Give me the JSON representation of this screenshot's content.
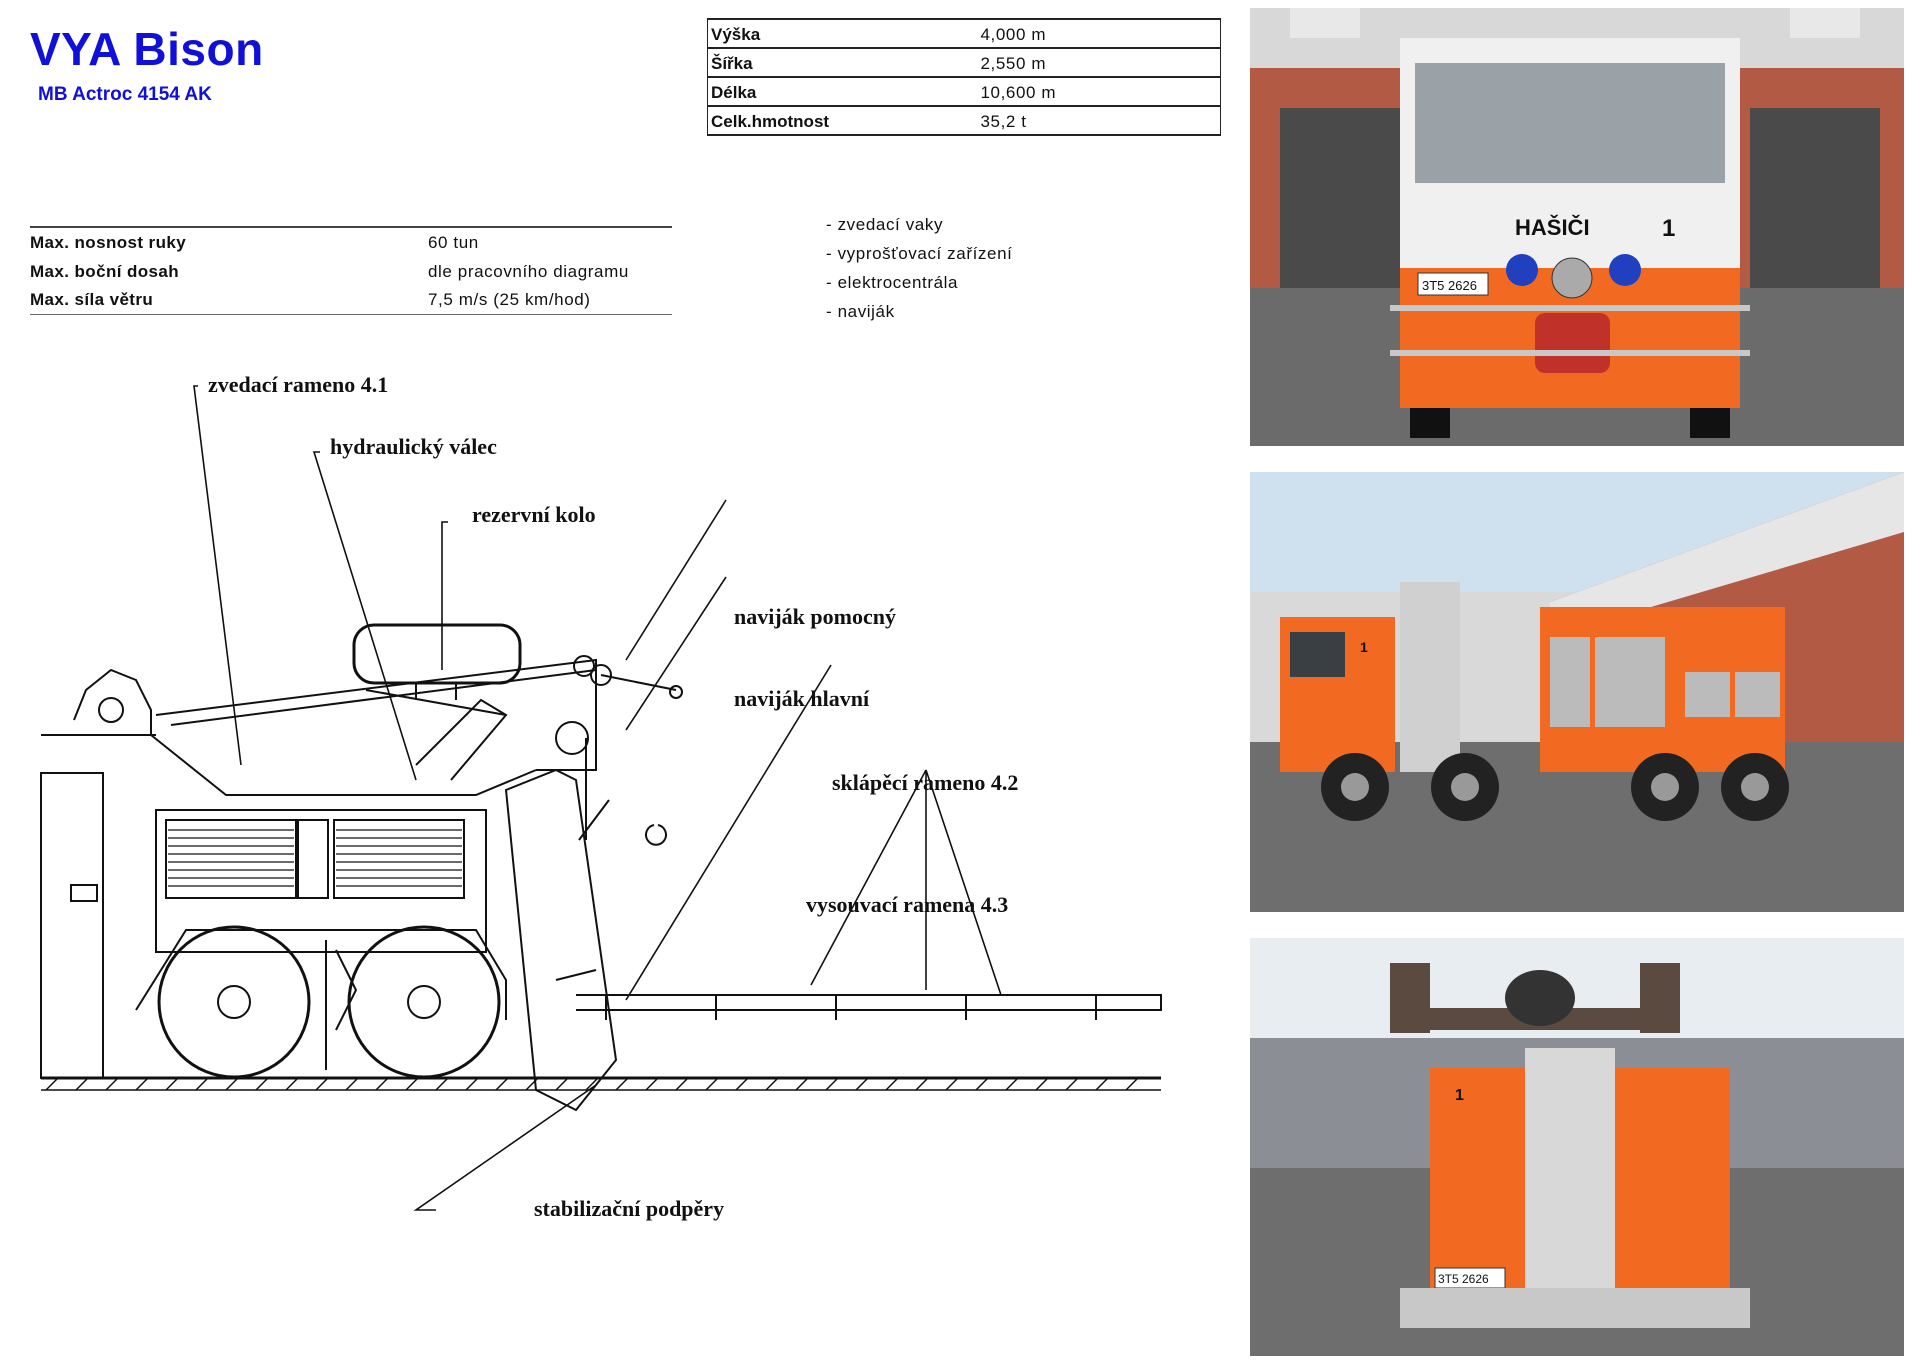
{
  "header": {
    "title": "VYA Bison",
    "subtitle": "MB Actroc 4154 AK"
  },
  "dimensions": [
    {
      "label": "Výška",
      "value": "4,000 m"
    },
    {
      "label": "Šířka",
      "value": "2,550 m"
    },
    {
      "label": "Délka",
      "value": "10,600 m"
    },
    {
      "label": "Celk.hmotnost",
      "value": "35,2 t"
    }
  ],
  "capabilities": [
    {
      "label": "Max. nosnost ruky",
      "value": "60 tun"
    },
    {
      "label": "Max. boční dosah",
      "value": "dle pracovního diagramu"
    },
    {
      "label": "Max. síla větru",
      "value": "7,5 m/s (25 km/hod)"
    }
  ],
  "equipment": [
    "- zvedací vaky",
    "- vyprošťovací zařízení",
    "- elektrocentrála",
    "- naviják"
  ],
  "diagram": {
    "labels": {
      "lifting_arm": "zvedací rameno  4.1",
      "hydraulic_cylinder": "hydraulický válec",
      "spare_wheel": "rezervní kolo",
      "aux_winch": "naviják pomocný",
      "main_winch": "naviják hlavní",
      "folding_arm": "sklápěcí rameno 4.2",
      "extending_arms": "vysouvací ramena 4.3",
      "stabilizers": "stabilizační podpěry"
    }
  },
  "photos": {
    "front_cab_text": "HAŠIČI",
    "front_unit_number": "1",
    "front_plate": "3T5 2626",
    "side_unit_number": "1",
    "rear_unit_number": "1",
    "rear_plate": "3T5 2626"
  },
  "colors": {
    "title": "#1010d8",
    "truck_orange": "#f26a21",
    "building_brick": "#b35a44"
  }
}
